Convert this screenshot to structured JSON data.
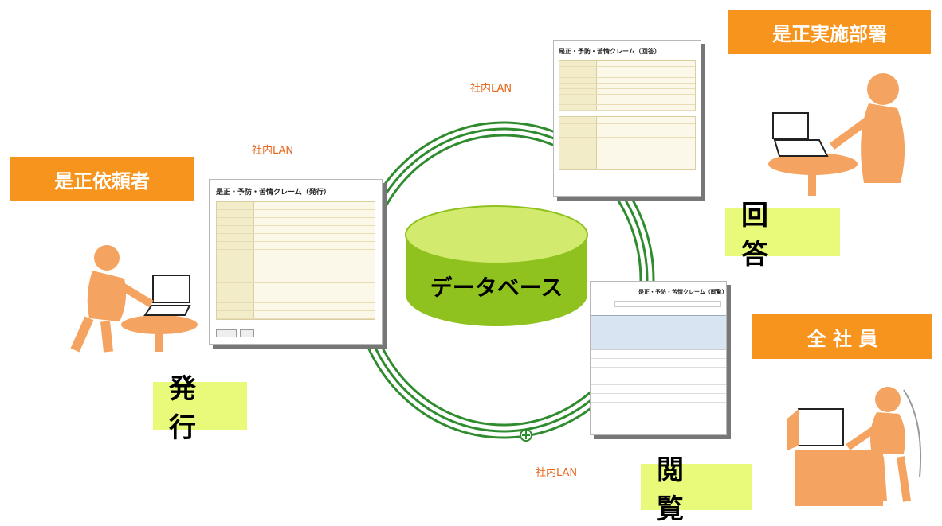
{
  "labels": {
    "requester": "是正依頼者",
    "implementer": "是正実施部署",
    "all_staff": "全 社 員",
    "issue": "発 行",
    "answer": "回 答",
    "browse": "閲 覧",
    "database": "データベース",
    "lan": "社内LAN"
  },
  "screens": {
    "issue_title": "是正・予防・苦情クレーム（発行）",
    "answer_title": "是正・予防・苦情クレーム（回答）",
    "browse_title": "是正・予防・苦情クレーム（閲覧）"
  },
  "colors": {
    "role_box": "#f7941d",
    "action_box": "#e9f97a",
    "database": "#8fc21f",
    "database_top": "#d2ea6e",
    "ring": "#2e8b2e",
    "lan_text": "#e8681e",
    "person": "#f4a460"
  }
}
